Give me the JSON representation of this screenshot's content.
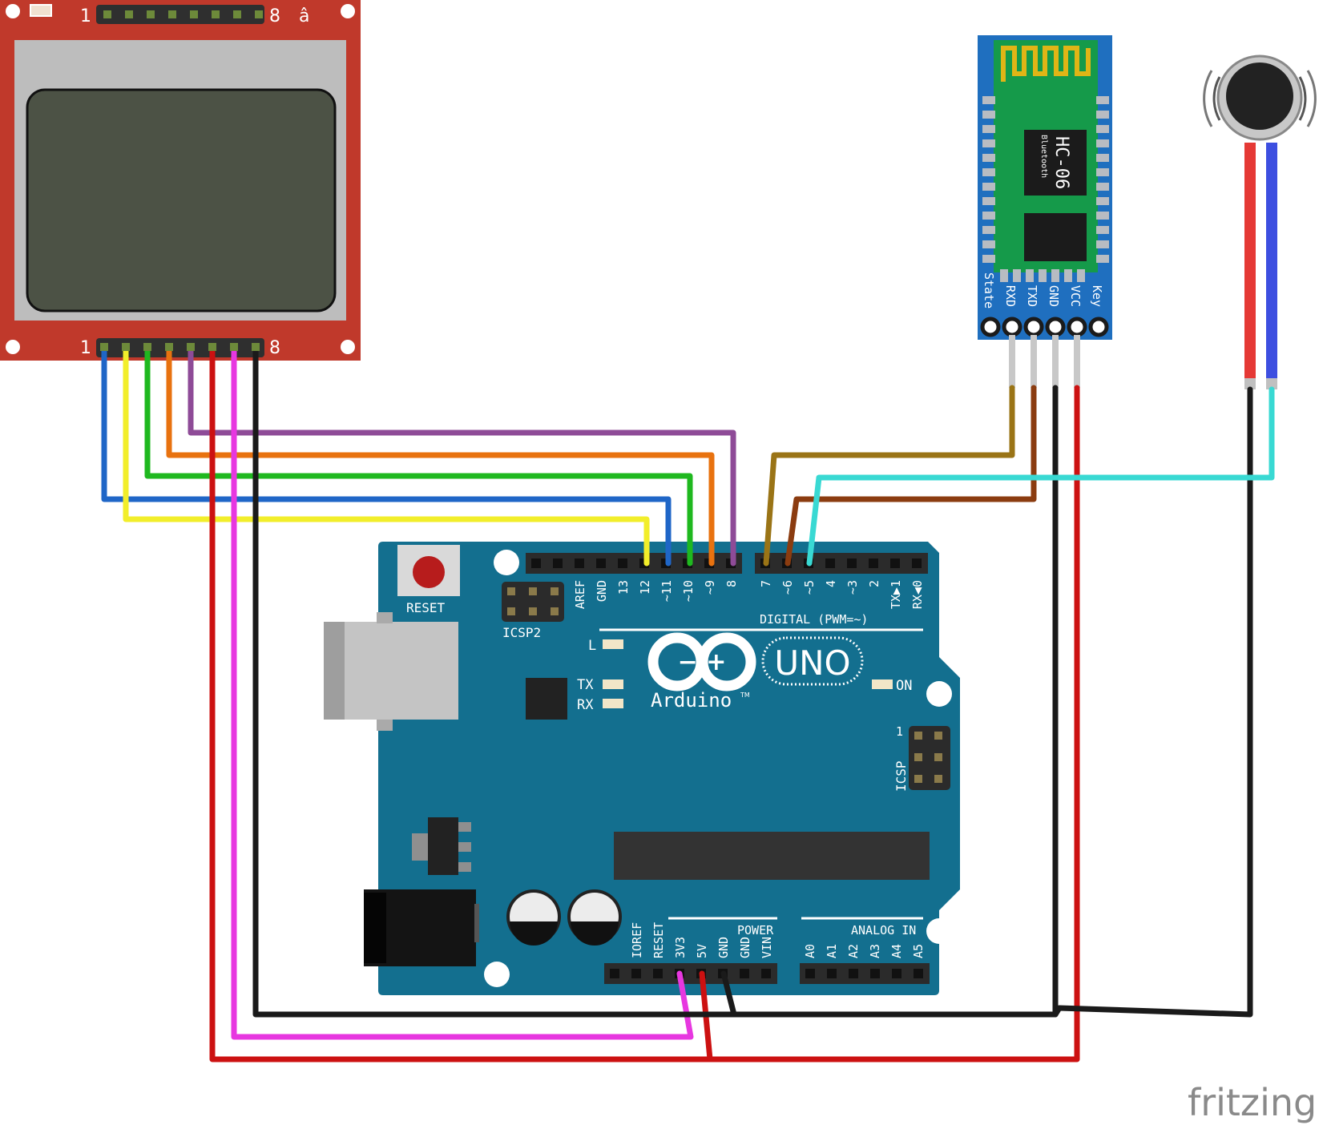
{
  "lcd": {
    "pin_first": "1",
    "pin_last": "8",
    "top_glyph": "â",
    "board_color": "#c0392b"
  },
  "bluetooth": {
    "chip": "HC-06",
    "sub": "Bluetooth",
    "pins": [
      "State",
      "RXD",
      "TXD",
      "GND",
      "VCC",
      "Key"
    ]
  },
  "arduino": {
    "reset": "RESET",
    "icsp2": "ICSP2",
    "icsp": "ICSP",
    "icsp_pin1": "1",
    "led_l": "L",
    "led_tx": "TX",
    "led_rx": "RX",
    "led_on": "ON",
    "logo_symbols": "−   +",
    "logo_text": "Arduino",
    "logo_tm": "TM",
    "uno": "UNO",
    "digital_title": "DIGITAL (PWM=~)",
    "digital_pins": [
      "AREF",
      "GND",
      "13",
      "12",
      "~11",
      "~10",
      "~9",
      "8",
      "7",
      "~6",
      "~5",
      "4",
      "~3",
      "2",
      "TX▶1",
      "RX◀0"
    ],
    "power_title": "POWER",
    "power_pins": [
      "IOREF",
      "RESET",
      "3V3",
      "5V",
      "GND",
      "GND",
      "VIN"
    ],
    "analog_title": "ANALOG IN",
    "analog_pins": [
      "A0",
      "A1",
      "A2",
      "A3",
      "A4",
      "A5"
    ],
    "board_color": "#136f8f"
  },
  "wire_colors": {
    "blue": "#1f66c7",
    "yellow": "#f2ee2a",
    "green": "#1fb81f",
    "orange": "#e8720f",
    "purple": "#8e4b97",
    "red": "#cc1111",
    "magenta": "#e737e0",
    "black": "#1a1a1a",
    "olive": "#9a7416",
    "brown": "#8b3c10",
    "cyan": "#39d9d3"
  },
  "watermark": "fritzing"
}
